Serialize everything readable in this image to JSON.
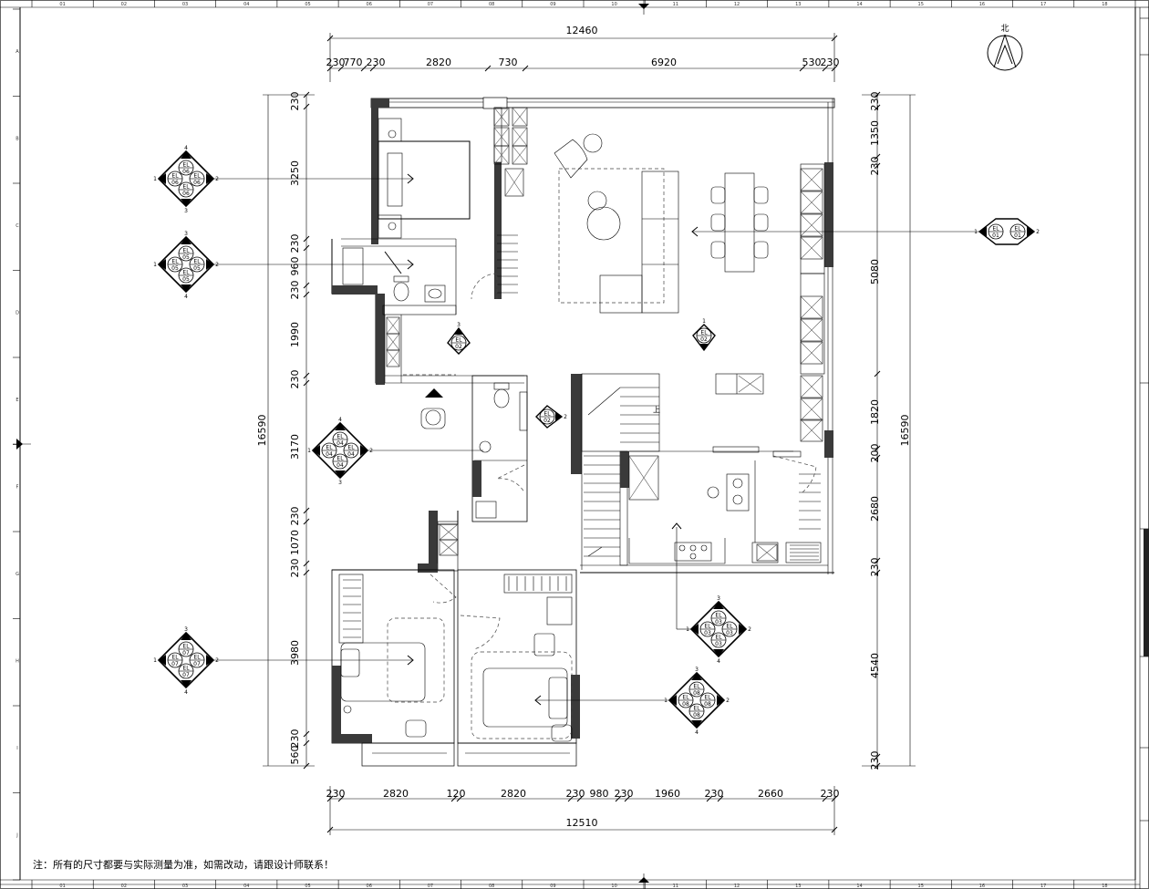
{
  "drawing": {
    "north_label": "北",
    "footnote": "注：所有的尺寸都要与实际测量为准，如需改动，请跟设计师联系！",
    "top_total": "12460",
    "bottom_total": "12510",
    "left_total": "16590",
    "right_total": "16590",
    "top_dims": [
      "230",
      "770",
      "230",
      "2820",
      "730",
      "6920",
      "530",
      "230"
    ],
    "bottom_dims": [
      "230",
      "2820",
      "120",
      "2820",
      "230",
      "980",
      "230",
      "1960",
      "230",
      "2660",
      "230"
    ],
    "left_dims": [
      "230",
      "3250",
      "230",
      "960",
      "230",
      "1990",
      "230",
      "3170",
      "230",
      "1070",
      "230",
      "3980",
      "230",
      "560"
    ],
    "right_dims": [
      "230",
      "1350",
      "230",
      "5080",
      "1820",
      "200",
      "2680",
      "230",
      "4540",
      "230"
    ],
    "ruler_top": [
      "01",
      "02",
      "03",
      "04",
      "05",
      "06",
      "07",
      "08",
      "09",
      "10",
      "11",
      "12",
      "13",
      "14",
      "15",
      "16",
      "17",
      "18"
    ],
    "ruler_bottom": [
      "01",
      "02",
      "03",
      "04",
      "05",
      "06",
      "07",
      "08",
      "09",
      "10",
      "11",
      "12",
      "13",
      "14",
      "15",
      "16",
      "17",
      "18"
    ],
    "ruler_left": [
      "A",
      "B",
      "C",
      "D",
      "E",
      "F",
      "G",
      "H",
      "I",
      "J"
    ],
    "stair_label": "上",
    "elevation_symbols": [
      {
        "id": "el-06",
        "code": "EL",
        "num": "06",
        "n": "4",
        "s": "3",
        "w": "1",
        "e": "2"
      },
      {
        "id": "el-05",
        "code": "EL",
        "num": "05",
        "n": "3",
        "s": "4",
        "w": "1",
        "e": "2"
      },
      {
        "id": "el-04",
        "code": "EL",
        "num": "04",
        "n": "4",
        "s": "3",
        "w": "1",
        "e": "2"
      },
      {
        "id": "el-07",
        "code": "EL",
        "num": "07",
        "n": "3",
        "s": "4",
        "w": "1",
        "e": "2"
      },
      {
        "id": "el-08",
        "code": "EL",
        "num": "08",
        "n": "3",
        "s": "4",
        "w": "1",
        "e": "2"
      },
      {
        "id": "el-03",
        "code": "EL",
        "num": "03",
        "n": "3",
        "s": "4",
        "w": "1",
        "e": "2"
      },
      {
        "id": "el-01",
        "code": "EL",
        "num": "01",
        "w": "1",
        "e": "2"
      },
      {
        "id": "el-02a",
        "code": "EL",
        "num": "02",
        "n": "3"
      },
      {
        "id": "el-02b",
        "code": "EL",
        "num": "02",
        "n": "1"
      },
      {
        "id": "el-02c",
        "code": "EL",
        "num": "02",
        "e": "2"
      }
    ]
  }
}
